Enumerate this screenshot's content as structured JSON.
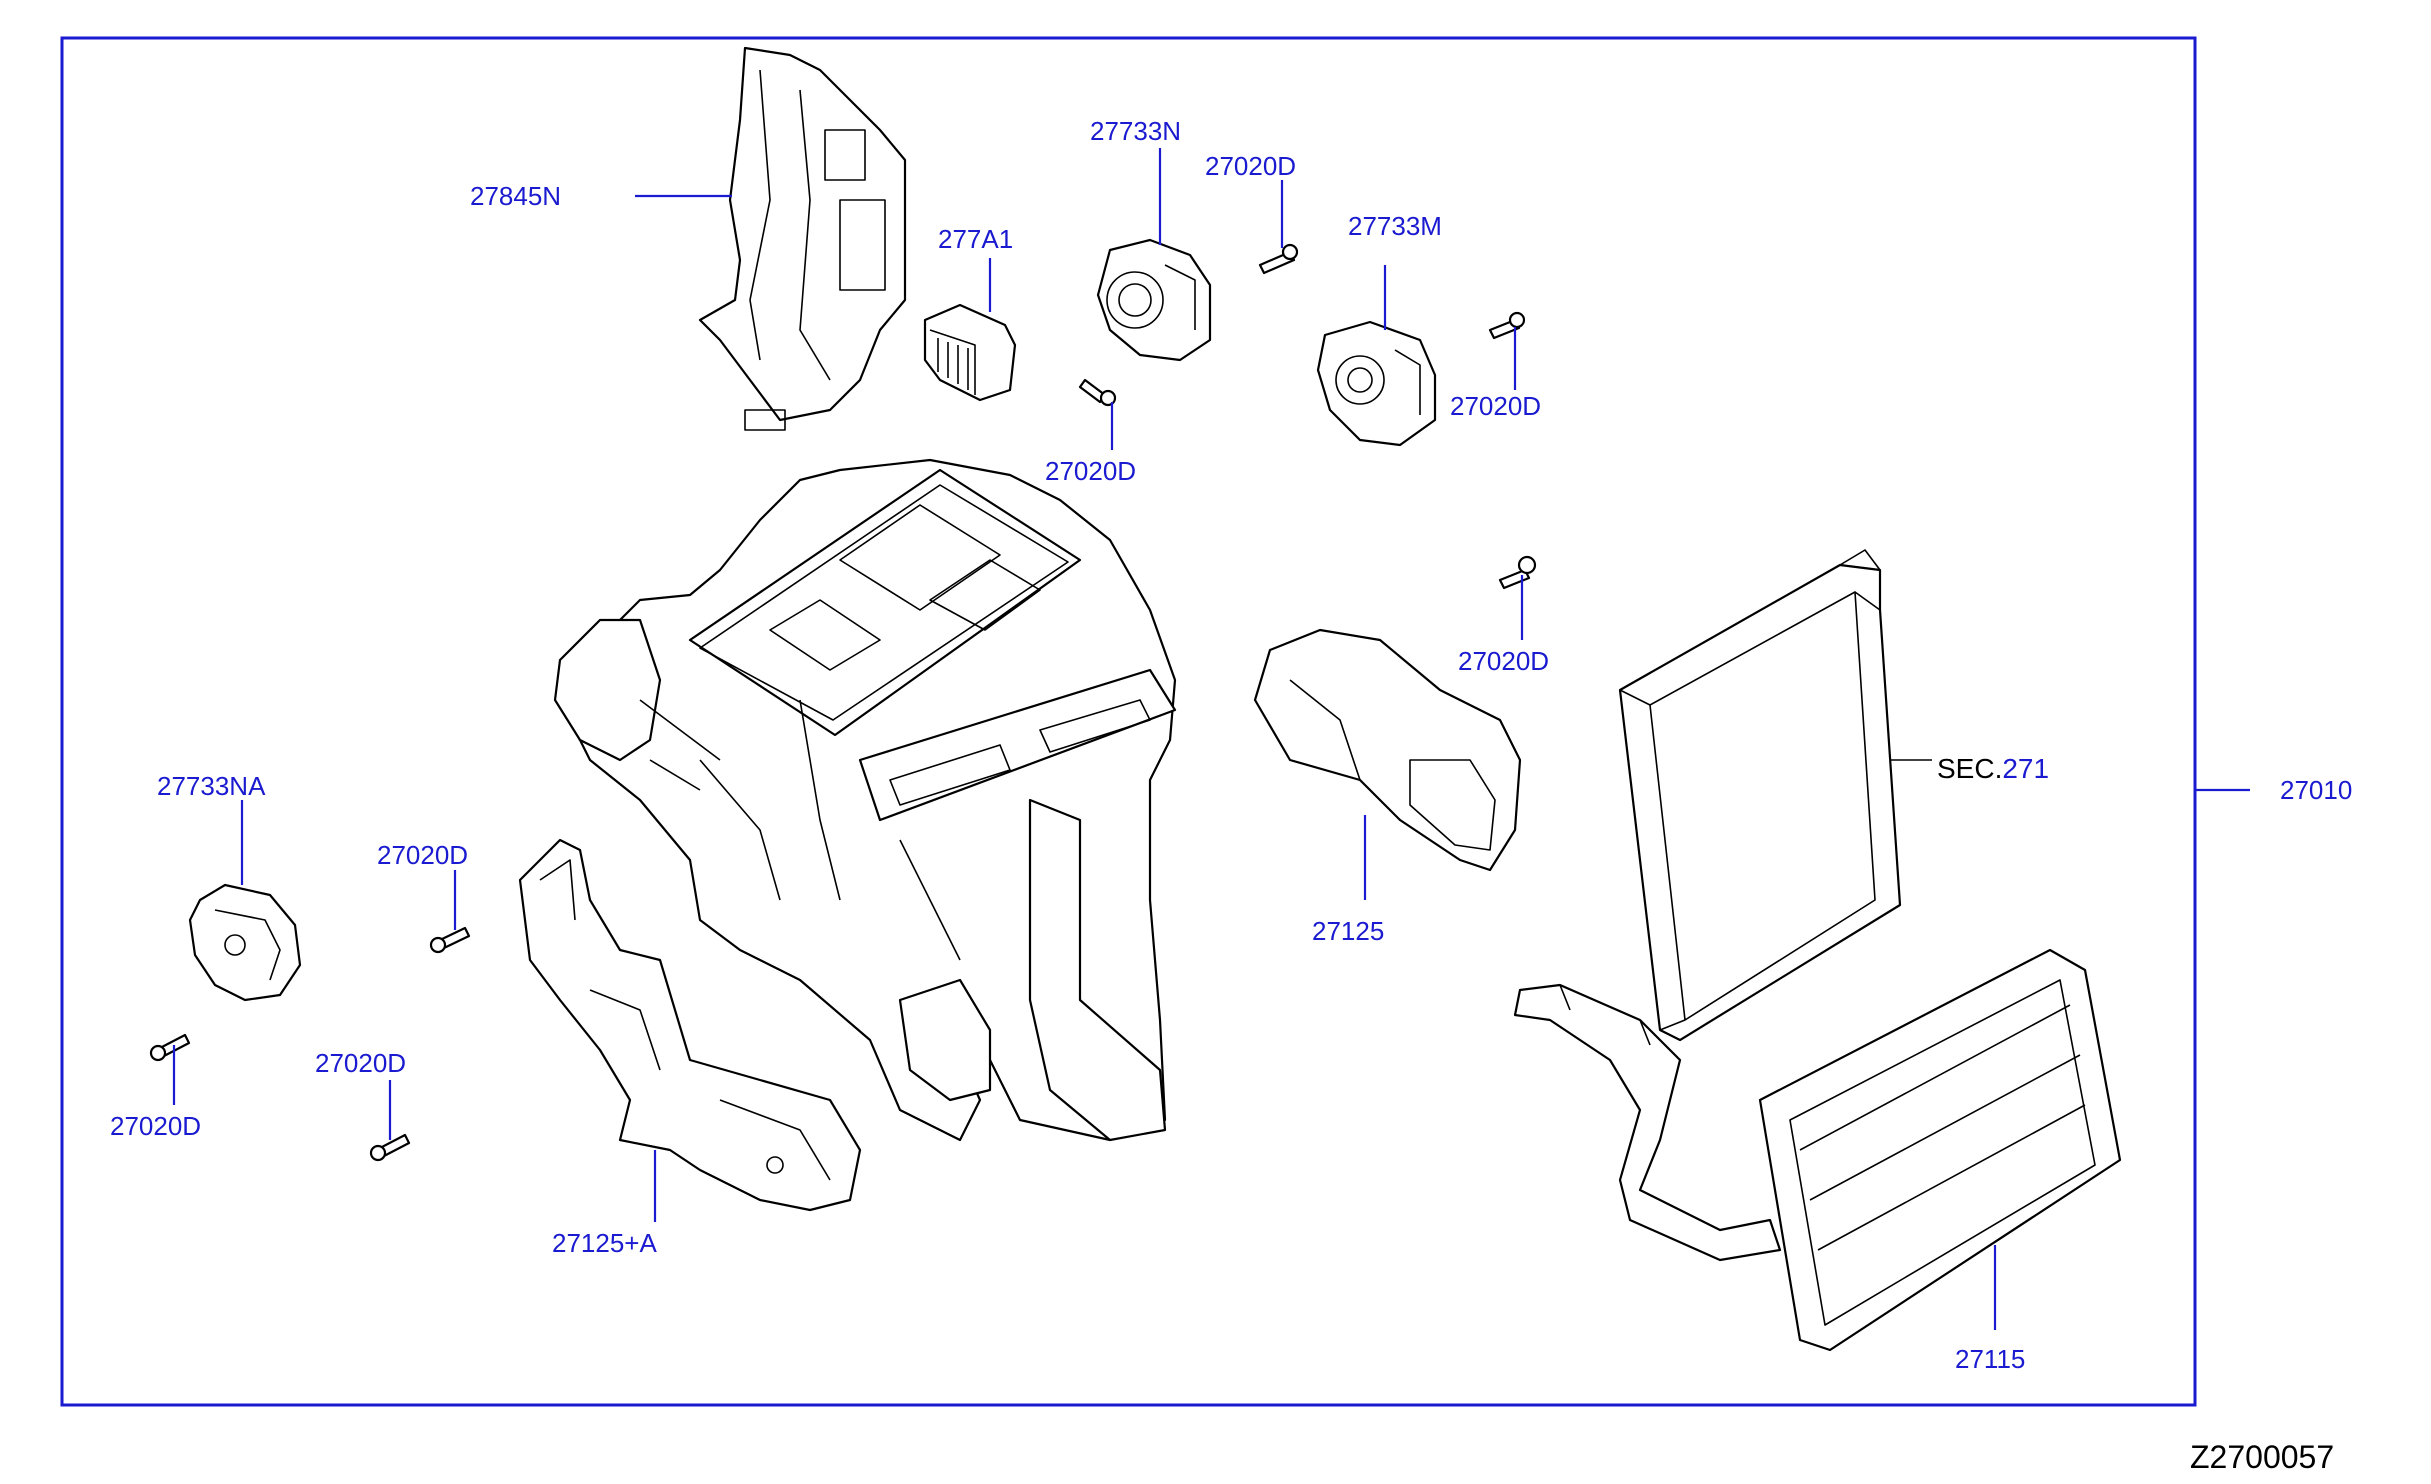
{
  "labels": {
    "p27845N": "27845N",
    "p277A1": "277A1",
    "p27733N": "27733N",
    "p27020D_top": "27020D",
    "p27733M": "27733M",
    "p27020D_mid": "27020D",
    "p27020D_right": "27020D",
    "p27020D_center": "27020D",
    "p27733NA": "27733NA",
    "p27020D_left1": "27020D",
    "p27020D_left2": "27020D",
    "p27020D_left3": "27020D",
    "p27125": "27125",
    "p27125A": "27125+A",
    "p27010": "27010",
    "p27115": "27115",
    "sec_prefix": "SEC.",
    "sec_number": "271"
  },
  "drawing_number": "Z2700057",
  "colors": {
    "label_blue": "#1a1ad0",
    "linework": "#000000",
    "background": "#ffffff"
  }
}
